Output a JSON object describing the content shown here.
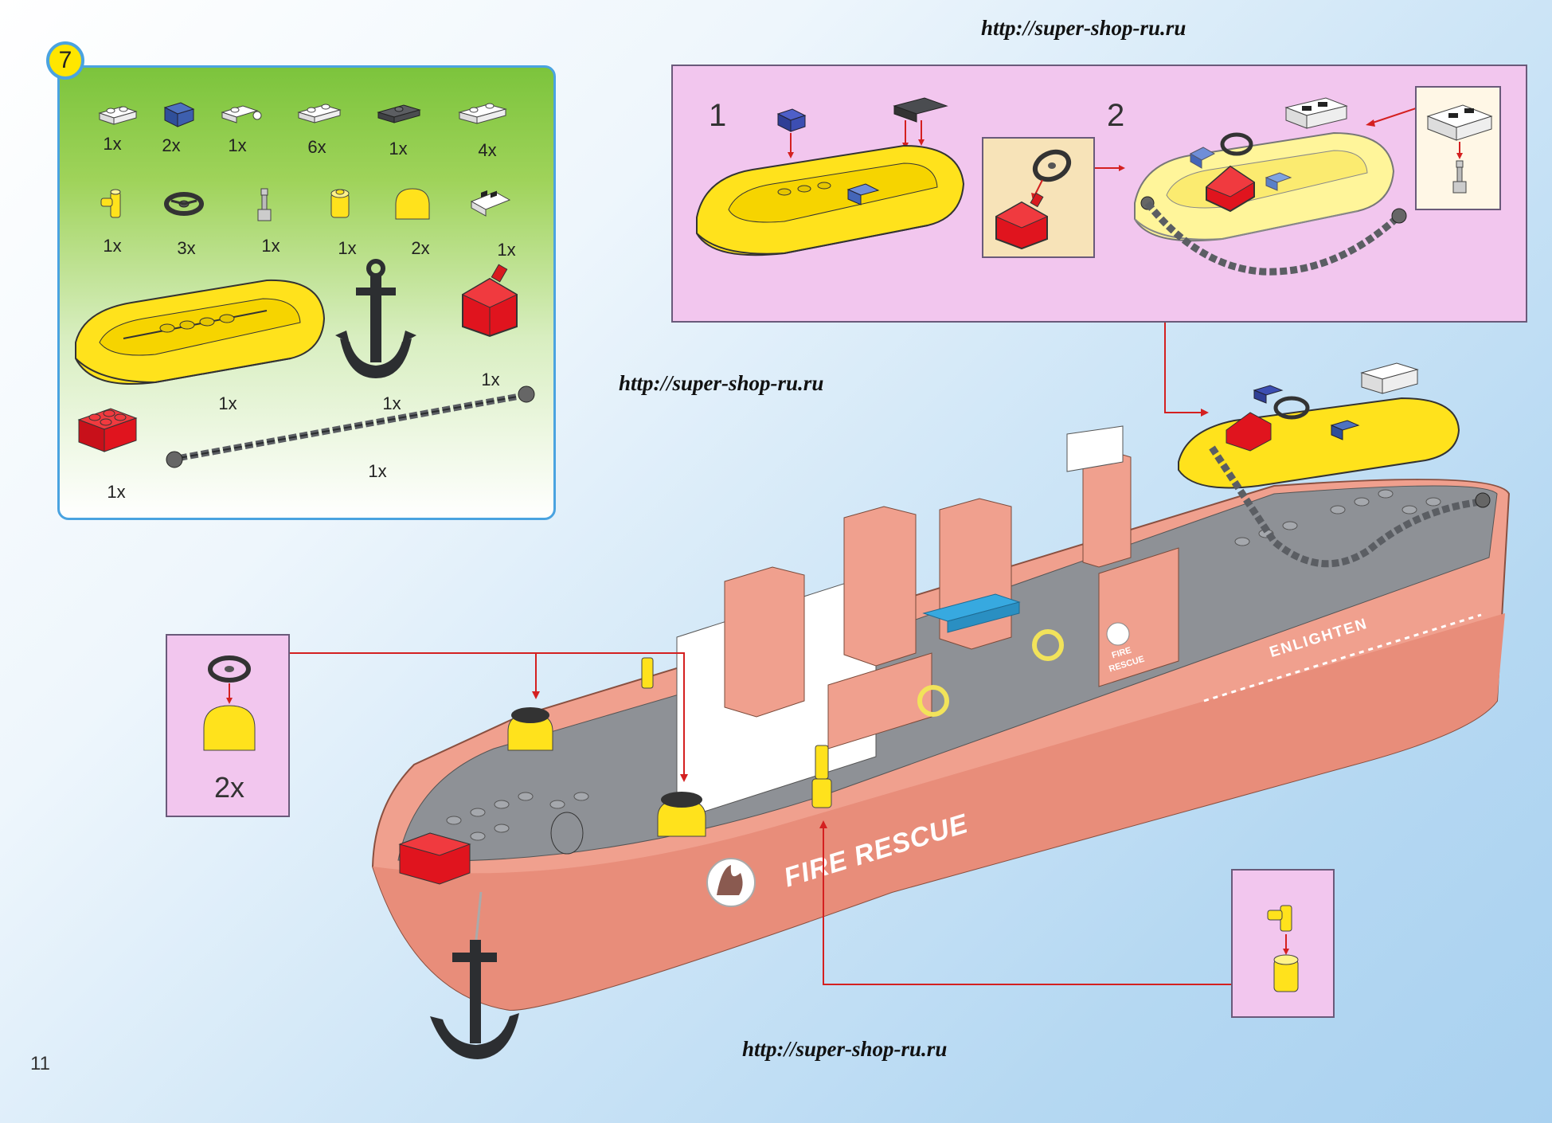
{
  "watermark": {
    "top": "http://super-shop-ru.ru",
    "middle": "http://super-shop-ru.ru",
    "bottom": "http://super-shop-ru.ru"
  },
  "step": {
    "number": "7",
    "parts": [
      {
        "name": "white-plate-1x2",
        "qty": "1x"
      },
      {
        "name": "blue-slope",
        "qty": "2x"
      },
      {
        "name": "white-clip-plate",
        "qty": "1x"
      },
      {
        "name": "white-plate-1x2b",
        "qty": "6x"
      },
      {
        "name": "dark-gray-plate",
        "qty": "1x"
      },
      {
        "name": "white-hinge-plate",
        "qty": "4x"
      },
      {
        "name": "yellow-hydrant",
        "qty": "1x"
      },
      {
        "name": "steering-wheel",
        "qty": "3x"
      },
      {
        "name": "gray-pin",
        "qty": "1x"
      },
      {
        "name": "yellow-round-brick",
        "qty": "1x"
      },
      {
        "name": "yellow-dome",
        "qty": "2x"
      },
      {
        "name": "white-tile-slope",
        "qty": "1x"
      },
      {
        "name": "yellow-dinghy",
        "qty": "1x"
      },
      {
        "name": "anchor",
        "qty": "1x"
      },
      {
        "name": "red-fuel-can",
        "qty": "1x"
      },
      {
        "name": "red-brick-2x2",
        "qty": "1x"
      },
      {
        "name": "chain",
        "qty": "1x"
      }
    ]
  },
  "substep": {
    "labels": [
      "1",
      "2"
    ]
  },
  "callout_left": {
    "qty": "2x"
  },
  "hull": {
    "side_name": "ENLIGHTEN",
    "logo_text": "FIRE RESCUE",
    "badge_text": [
      "FIRE",
      "RESCUE"
    ]
  },
  "page_number": "11",
  "colors": {
    "hull": "#f0a08e",
    "deck": "#8e9196",
    "yellow": "#ffe21c",
    "red": "#e0141e",
    "pink_panel": "#f2c6ee",
    "green_panel": "#7cc43c",
    "arrow": "#d42020"
  }
}
